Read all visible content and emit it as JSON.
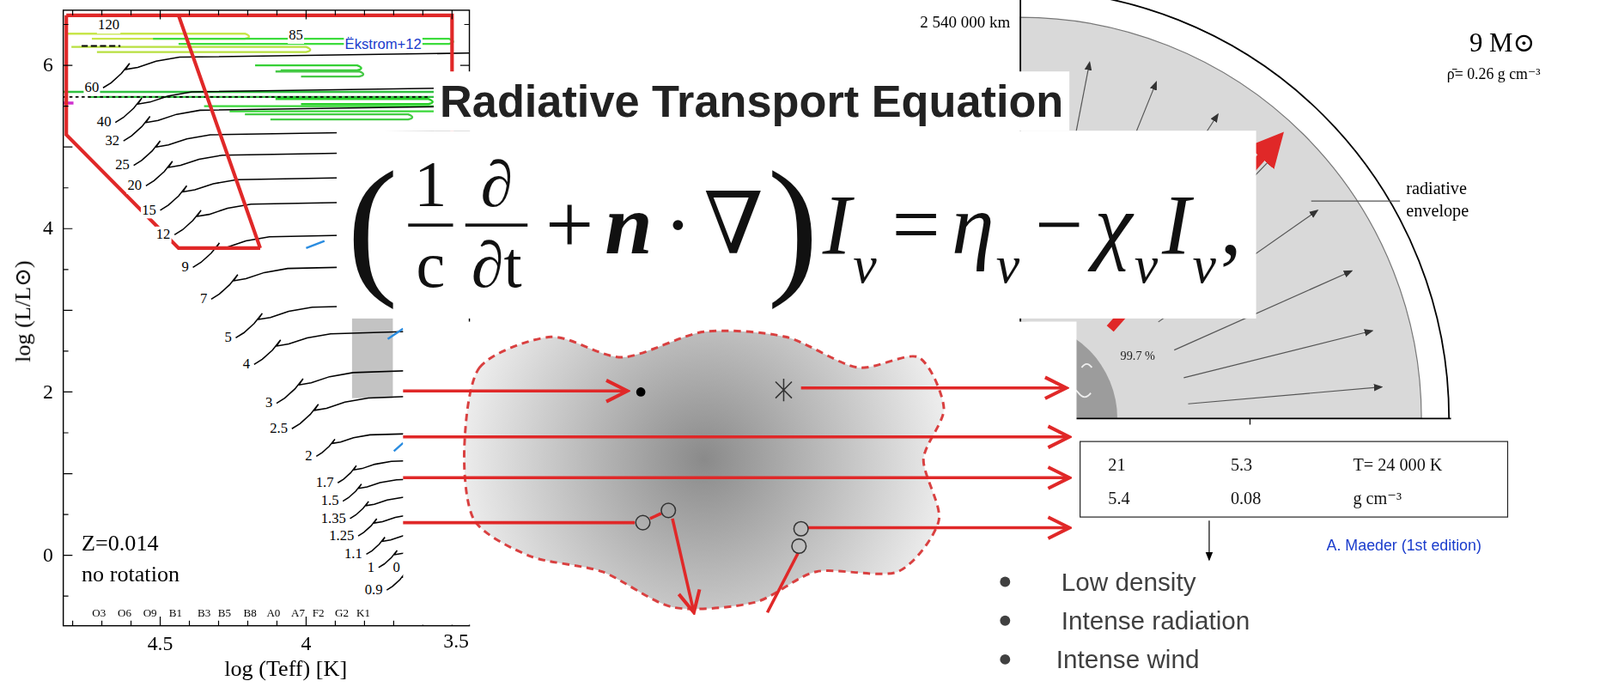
{
  "diagram": {
    "title": "Radiative Transport Equation",
    "nodes": [
      {
        "text": [
          "(",
          "1",
          "c",
          "∂",
          "∂t",
          "+",
          "n",
          "·",
          "∇",
          ")",
          "I",
          "ν",
          "=",
          "η",
          "ν",
          "−",
          "χ",
          "ν",
          "I",
          "ν",
          ","
        ]
      },
      {
        "text": [
          "21",
          "5.3",
          "T= 24 000 K",
          "5.4",
          "0.08",
          "g cm⁻³"
        ]
      }
    ],
    "labels": [
      "120",
      "85",
      "60",
      "40",
      "32",
      "25",
      "20",
      "15",
      "12",
      "9",
      "7",
      "5",
      "4",
      "3",
      "2.5",
      "2",
      "1.7",
      "1.5",
      "1.35",
      "1.25",
      "1.1",
      "1",
      "0",
      "0.9",
      "O3",
      "O6",
      "O9",
      "B1",
      "B3",
      "B5",
      "B8",
      "A0",
      "A7",
      "F2",
      "G2",
      "K1",
      "6",
      "4",
      "2",
      "0",
      "4.5",
      "4",
      "3.5",
      "log (L/L⊙)",
      "log (Teff) [K]",
      "Ëkstrom+12",
      "Z=0.014",
      "no rotation",
      "2 540 000 km",
      "9 M⊙",
      "ρ̄= 0.26 g cm⁻³",
      "radiative envelope",
      "99.7 %",
      "A. Maeder (1st edition)",
      "Low density",
      "Intense radiation",
      "Intense wind"
    ]
  }
}
